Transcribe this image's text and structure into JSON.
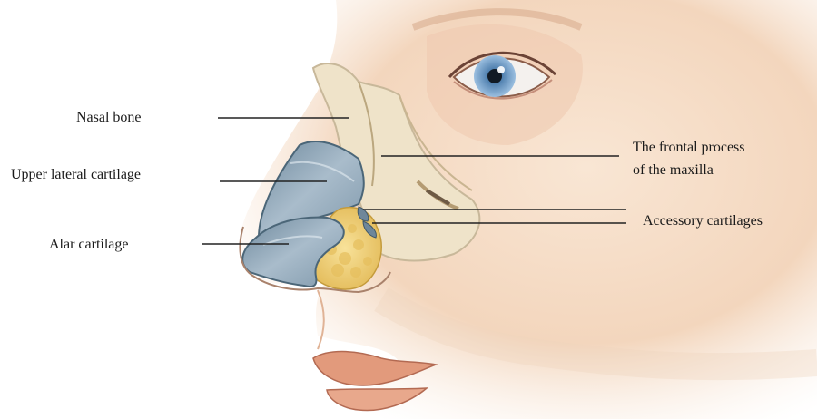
{
  "labels": {
    "nasal_bone": "Nasal bone",
    "upper_lateral": "Upper lateral cartilage",
    "alar": "Alar cartilage",
    "frontal_line1": "The frontal process",
    "frontal_line2": "of the maxilla",
    "accessory": "Accessory cartilages"
  },
  "colors": {
    "skin": "#f6dcc6",
    "skin_shadow": "#e9bf9f",
    "bone": "#efe3c9",
    "cartilage": "#9fb4c4",
    "cartilage_dark": "#5f7a8e",
    "fat": "#f2d27a",
    "lip": "#d98870",
    "iris": "#6f9cc8",
    "leader": "#222222"
  }
}
